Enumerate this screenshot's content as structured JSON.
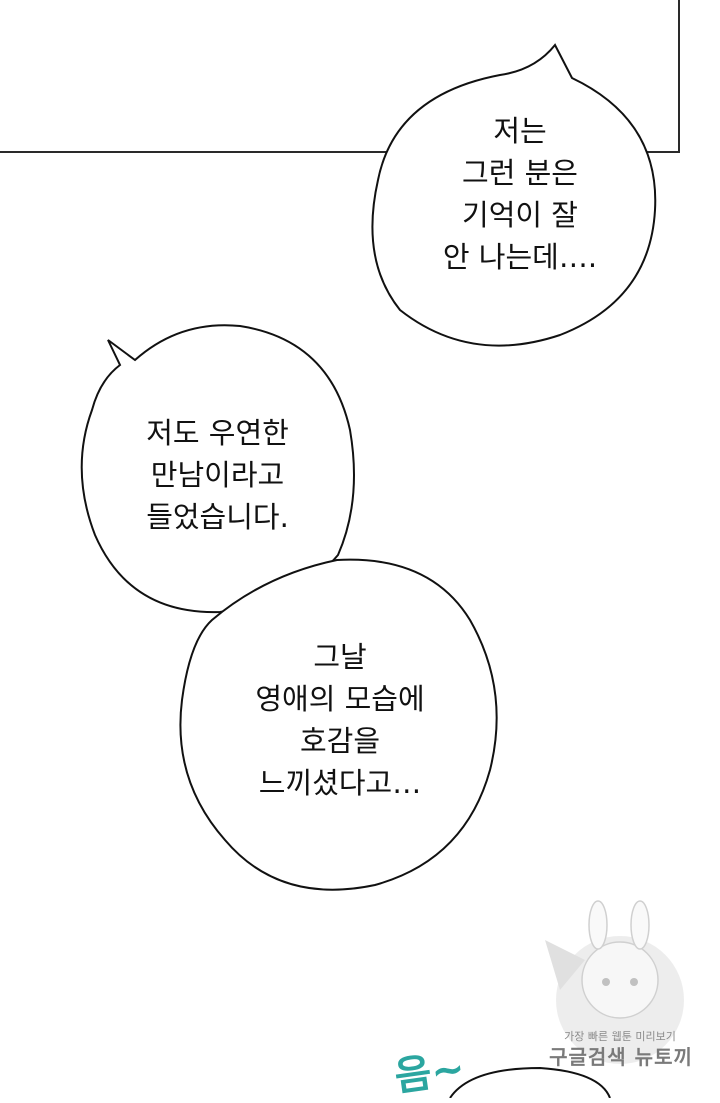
{
  "bubbles": [
    {
      "id": "bubble-1",
      "text": "저는\n그런 분은\n기억이 잘\n안 나는데…."
    },
    {
      "id": "bubble-2",
      "text": "저도 우연한\n만남이라고\n들었습니다."
    },
    {
      "id": "bubble-3",
      "text": "그날\n영애의 모습에\n호감을\n느끼셨다고…"
    }
  ],
  "sound_effect": "음~",
  "watermark": {
    "line1": "가장 빠른 웹툰 미리보기",
    "line2": "구글검색 뉴토끼"
  },
  "colors": {
    "sfx": "#2ba6a0",
    "dress_gold": "#e7c25a",
    "dress_dark": "#3b2a1e",
    "maid_dark": "#4e4444"
  }
}
